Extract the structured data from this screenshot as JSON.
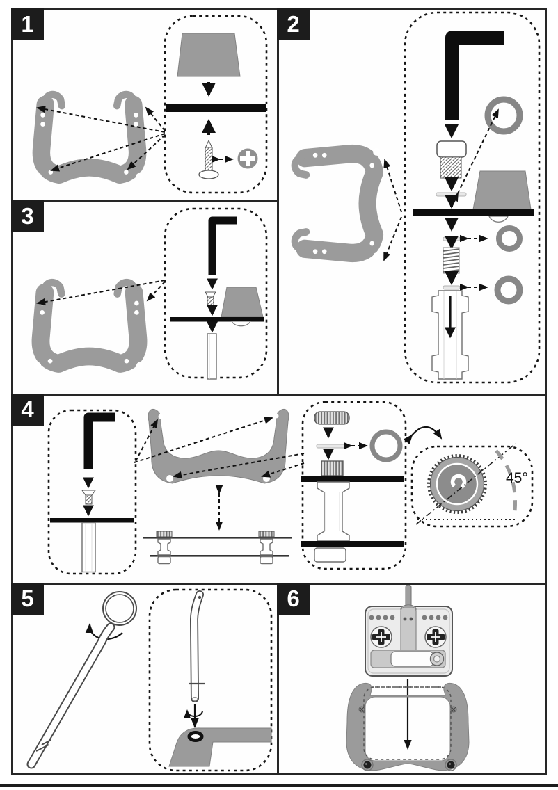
{
  "steps": [
    {
      "number": "1",
      "parts": [
        "mounting-tray",
        "rubber-foot",
        "self-tapping-screw",
        "phillips-head"
      ]
    },
    {
      "number": "2",
      "parts": [
        "mounting-tray",
        "allen-key",
        "socket-bolt",
        "o-ring",
        "rubber-foot",
        "spring",
        "clamp-post"
      ]
    },
    {
      "number": "3",
      "parts": [
        "mounting-tray",
        "allen-key",
        "countersunk-screw",
        "rubber-foot",
        "spacer-tube"
      ]
    },
    {
      "number": "4",
      "parts": [
        "allen-key",
        "countersunk-screw",
        "support-bracket",
        "thumb-nut",
        "o-ring",
        "knurled-knob",
        "spacer-post"
      ]
    },
    {
      "number": "5",
      "parts": [
        "neck-strap-ring",
        "support-rod",
        "tray-corner-socket"
      ]
    },
    {
      "number": "6",
      "parts": [
        "rc-transmitter",
        "assembled-tray"
      ]
    }
  ],
  "annotations": {
    "angle_label": "45°"
  },
  "colors": {
    "panel_border": "#262626",
    "badge_bg": "#1c1c1c",
    "badge_text": "#ffffff",
    "bracket_gray": "#9b9b9b",
    "bar_black": "#0d0d0d",
    "washer_gray": "#878787",
    "footer_rule": "#1c1c1c"
  }
}
